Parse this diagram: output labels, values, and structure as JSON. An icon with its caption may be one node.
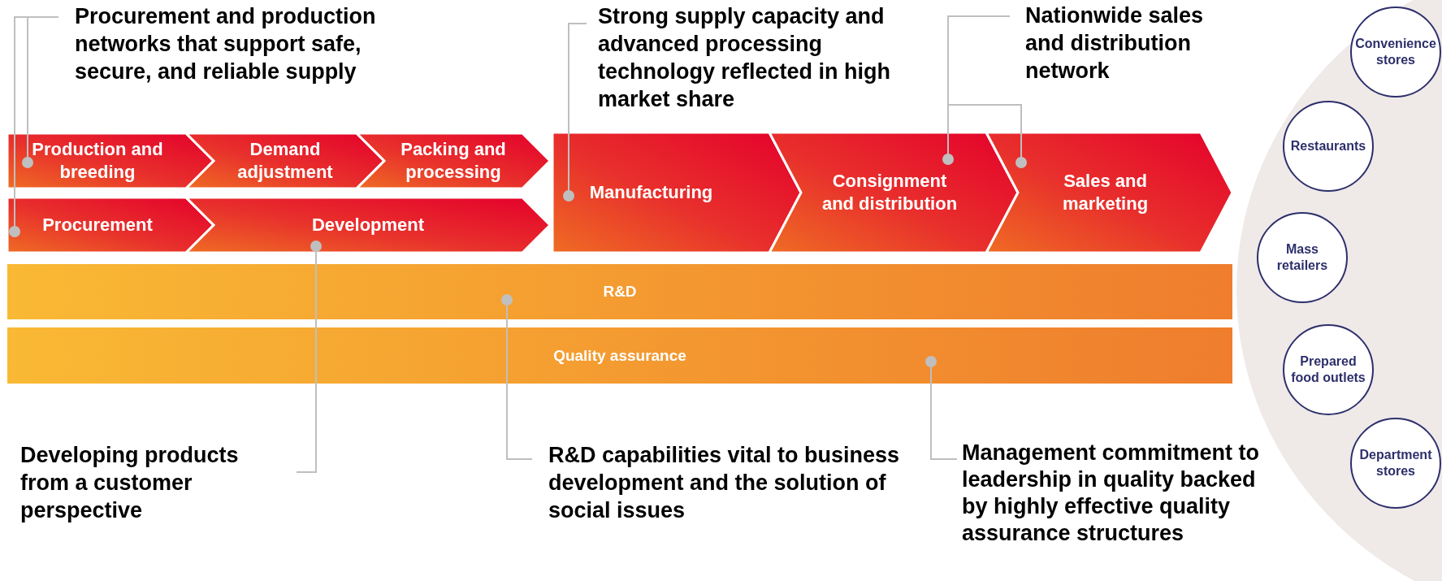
{
  "diagram": {
    "nodes": [
      {
        "text": [
          "Procurement and production networks that support safe, secure, and reliable supply"
        ]
      },
      {
        "text": [
          "Production and breeding"
        ]
      },
      {
        "text": [
          "Demand adjustment"
        ]
      },
      {
        "text": [
          "Packing and processing"
        ]
      },
      {
        "text": [
          "Procurement"
        ]
      },
      {
        "text": [
          "Development"
        ]
      },
      {
        "text": [
          "Strong supply capacity and advanced processing technology reflected in high market share"
        ]
      },
      {
        "text": [
          "Manufacturing"
        ]
      },
      {
        "text": [
          "Consignment and distribution"
        ]
      },
      {
        "text": [
          "Nationwide sales and distribution network"
        ]
      },
      {
        "text": [
          "Sales and marketing"
        ]
      },
      {
        "text": [
          "R&D"
        ]
      },
      {
        "text": [
          "Quality assurance"
        ]
      },
      {
        "text": [
          "Developing products from a customer perspective"
        ]
      },
      {
        "text": [
          "R&D capabilities vital to business development and the solution of social issues"
        ]
      },
      {
        "text": [
          "Management commitment to leadership in quality backed by highly effective quality assurance structures"
        ]
      },
      {
        "text": [
          "Convenience stores"
        ]
      },
      {
        "text": [
          "Restaurants"
        ]
      },
      {
        "text": [
          "Mass retailers"
        ]
      },
      {
        "text": [
          "Prepared food outlets"
        ]
      },
      {
        "text": [
          "Department stores"
        ]
      }
    ],
    "edges": [
      {
        "from": 0,
        "to": 1,
        "arrow": "other"
      },
      {
        "from": 0,
        "to": 4,
        "arrow": "other"
      },
      {
        "from": 13,
        "to": 5,
        "arrow": "other"
      },
      {
        "from": 6,
        "to": 7,
        "arrow": "other"
      },
      {
        "from": 9,
        "to": 8,
        "arrow": "other"
      },
      {
        "from": 9,
        "to": 10,
        "arrow": "other"
      },
      {
        "from": 14,
        "to": 11,
        "arrow": "other"
      },
      {
        "from": 15,
        "to": 12,
        "arrow": "other"
      }
    ]
  }
}
